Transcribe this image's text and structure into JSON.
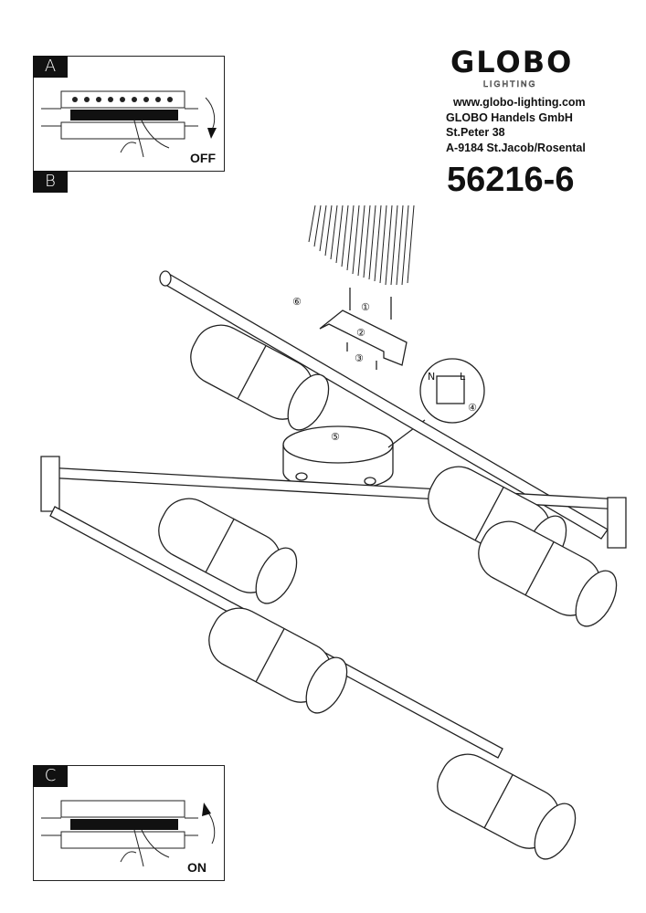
{
  "brand": {
    "logo": "GLOBO",
    "logo_sub": "LIGHTING"
  },
  "address": {
    "website": "www.globo-lighting.com",
    "company": "GLOBO Handels GmbH",
    "street": "St.Peter 38",
    "city": "A-9184 St.Jacob/Rosental"
  },
  "model_number": "56216-6",
  "steps": {
    "a": {
      "tag": "A",
      "label": "OFF"
    },
    "b": {
      "tag": "B"
    },
    "c": {
      "tag": "C",
      "label": "ON"
    }
  },
  "diagram_labels": {
    "s1": "①",
    "s2": "②",
    "s3": "③",
    "s4": "④",
    "s5": "⑤",
    "s6": "⑥",
    "n": "N",
    "l": "L"
  }
}
